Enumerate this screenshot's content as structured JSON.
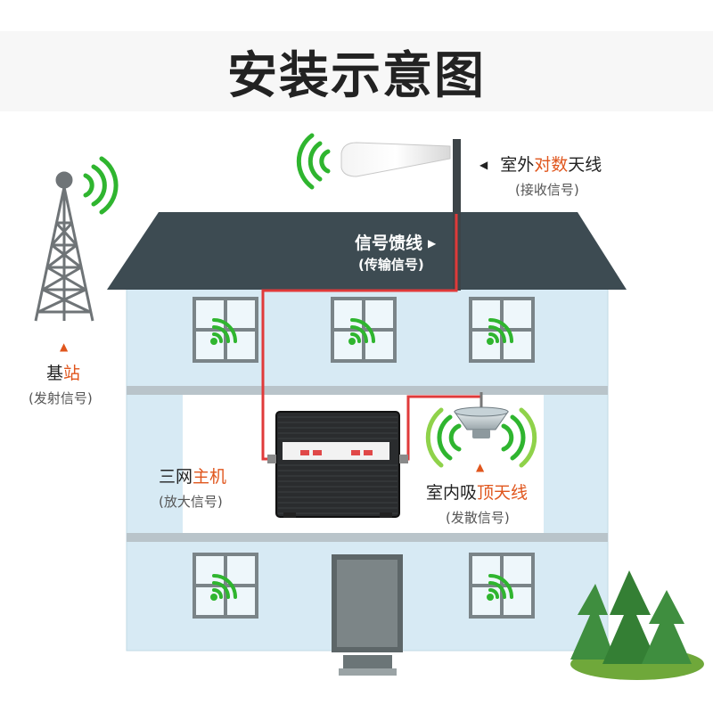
{
  "title": "安装示意图",
  "labels": {
    "outdoor_antenna": {
      "pre": "室外",
      "hl": "对数",
      "post": "天线",
      "sub": "(接收信号)"
    },
    "feeder_line": {
      "text": "信号馈线",
      "sub": "(传输信号)"
    },
    "base_station": {
      "pre": "基",
      "hl": "站",
      "post": "",
      "sub": "(发射信号)"
    },
    "host_unit": {
      "pre": "三网",
      "hl": "主机",
      "post": "",
      "sub": "(放大信号)"
    },
    "indoor_antenna": {
      "pre": "室内吸",
      "hl": "顶天线",
      "post": "",
      "sub": "(发散信号)"
    }
  },
  "colors": {
    "accent": "#e0561d",
    "cable": "#e03a3a",
    "roof": "#3d4b52",
    "wall": "#d7eaf4",
    "signal": "#2fb52f",
    "tree": "#3a8a3a"
  }
}
